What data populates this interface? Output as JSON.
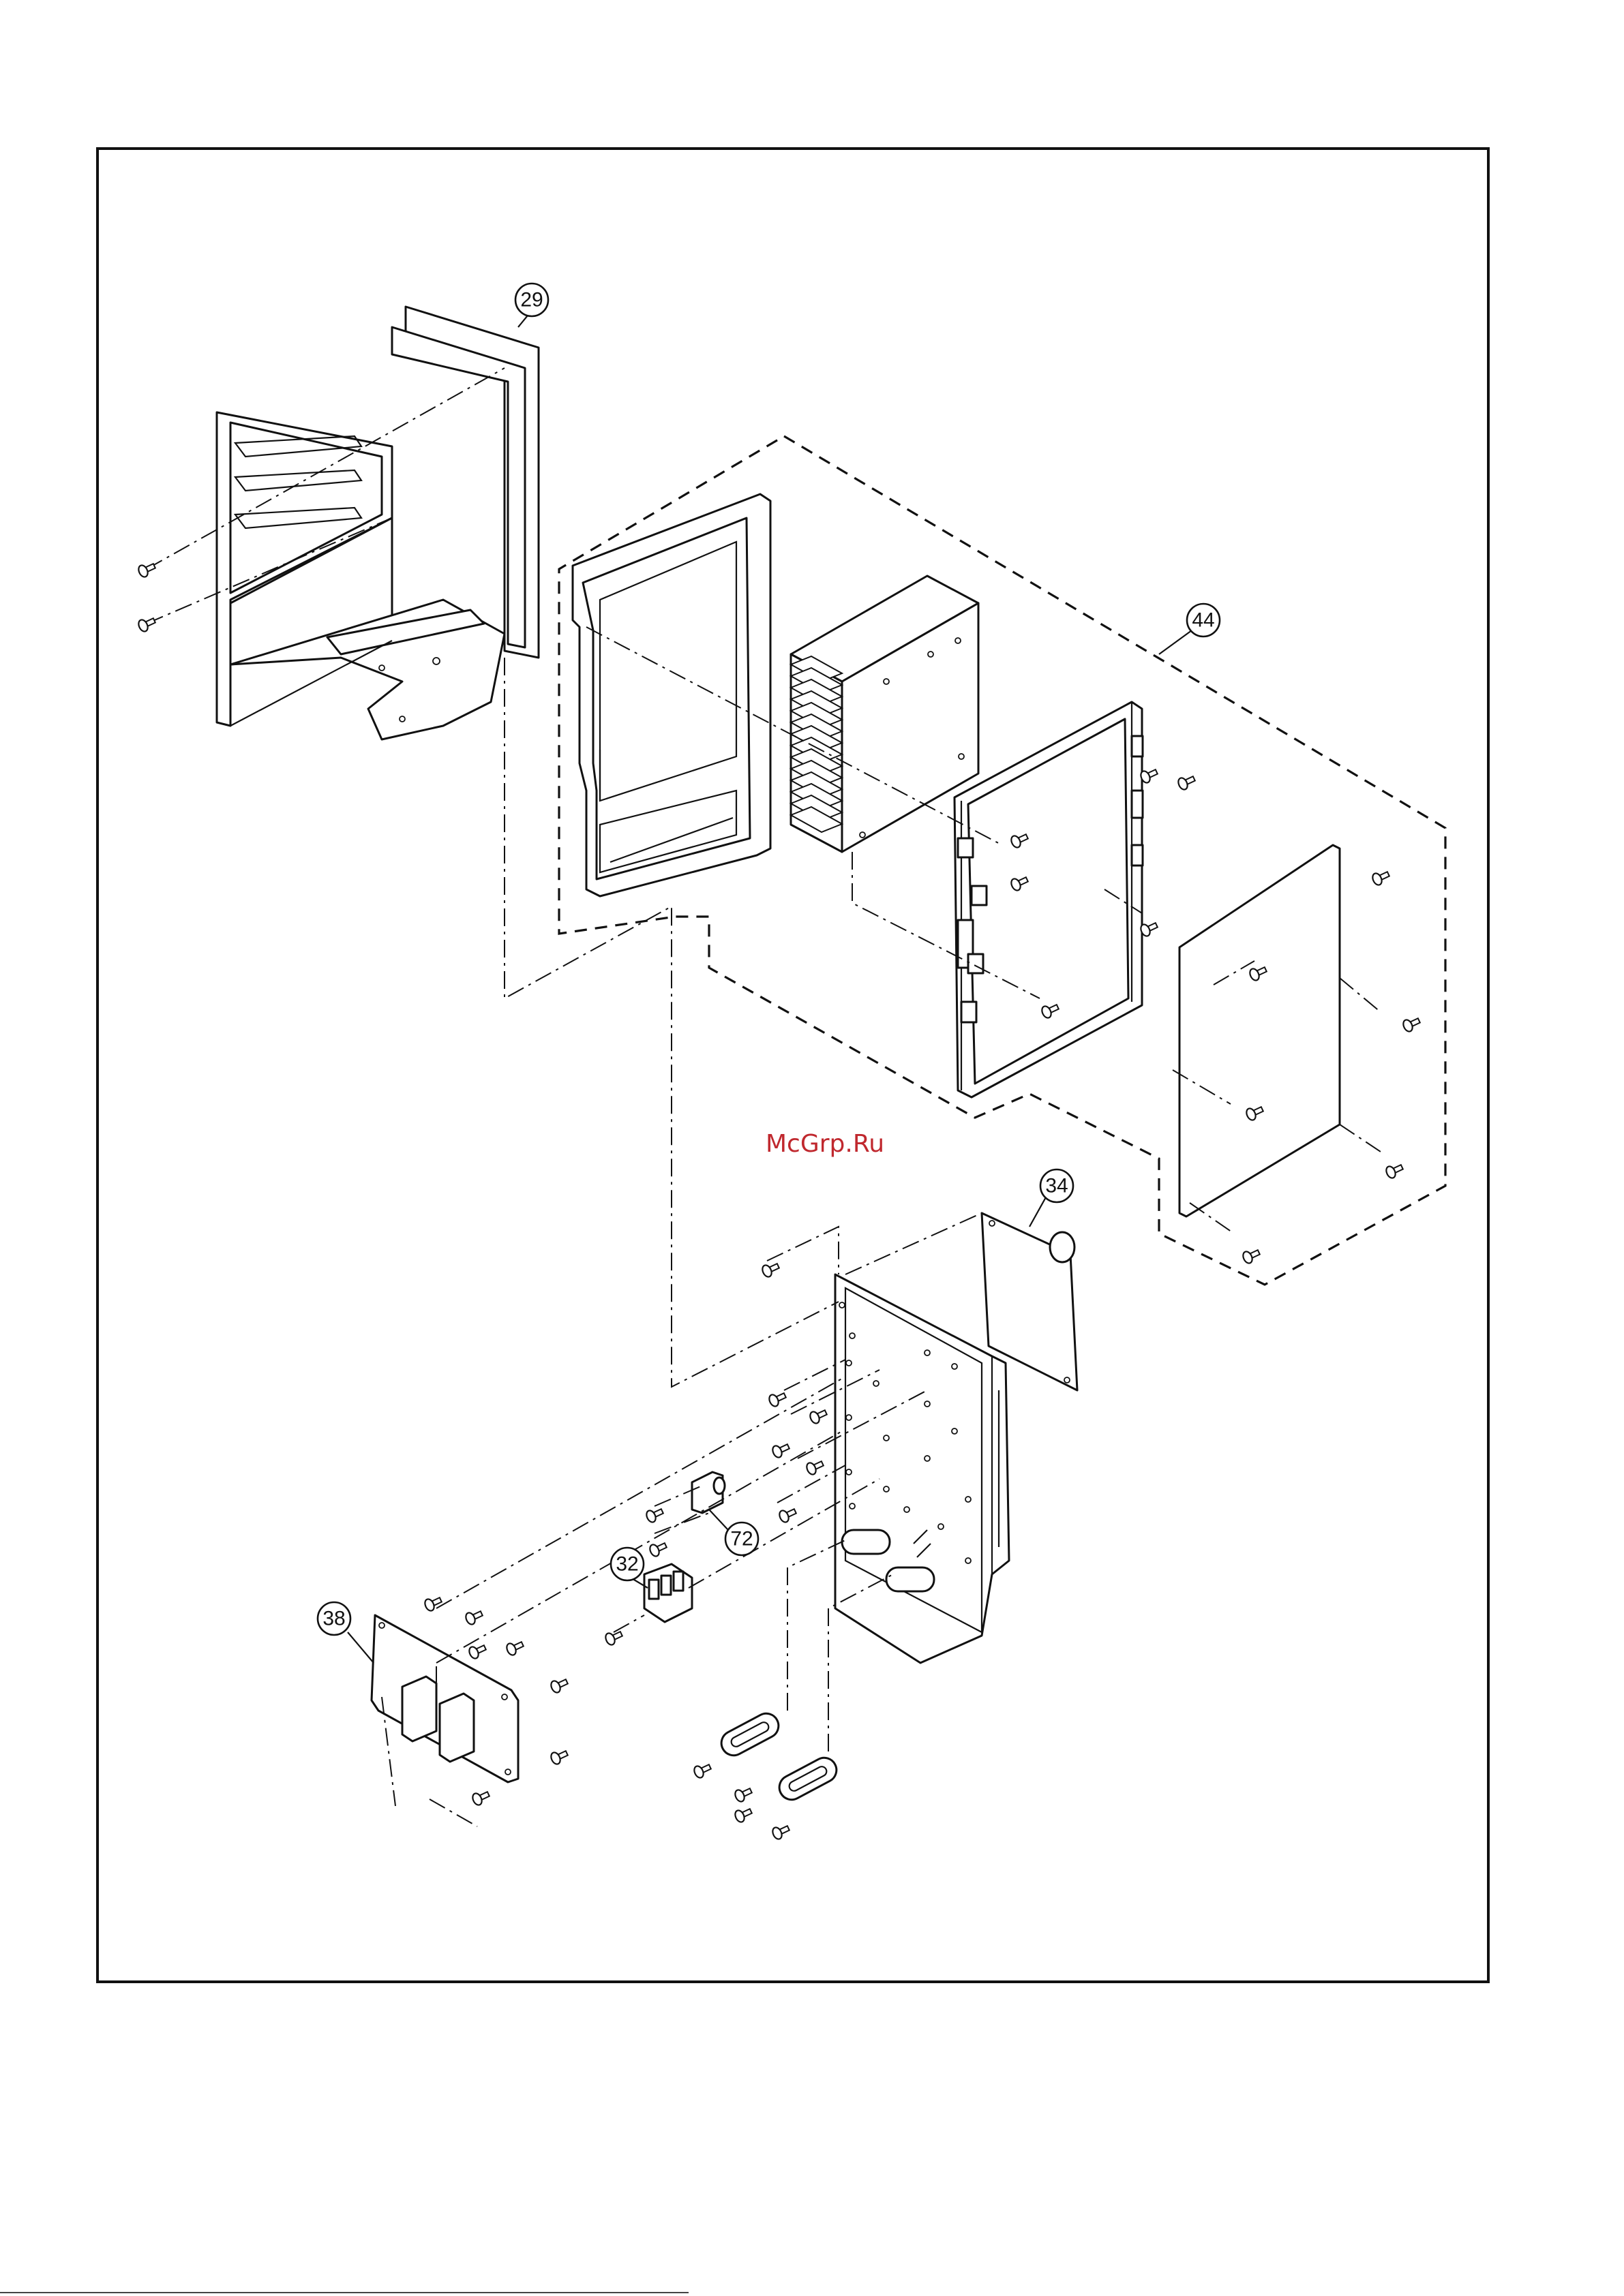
{
  "watermark": {
    "text": "McGrp.Ru",
    "color": "#c0282e"
  },
  "callouts": [
    {
      "id": "c29",
      "label": "29"
    },
    {
      "id": "c44",
      "label": "44"
    },
    {
      "id": "c34",
      "label": "34"
    },
    {
      "id": "c72",
      "label": "72"
    },
    {
      "id": "c32",
      "label": "32"
    },
    {
      "id": "c38",
      "label": "38"
    }
  ],
  "colors": {
    "line": "#111111",
    "background": "#ffffff"
  }
}
